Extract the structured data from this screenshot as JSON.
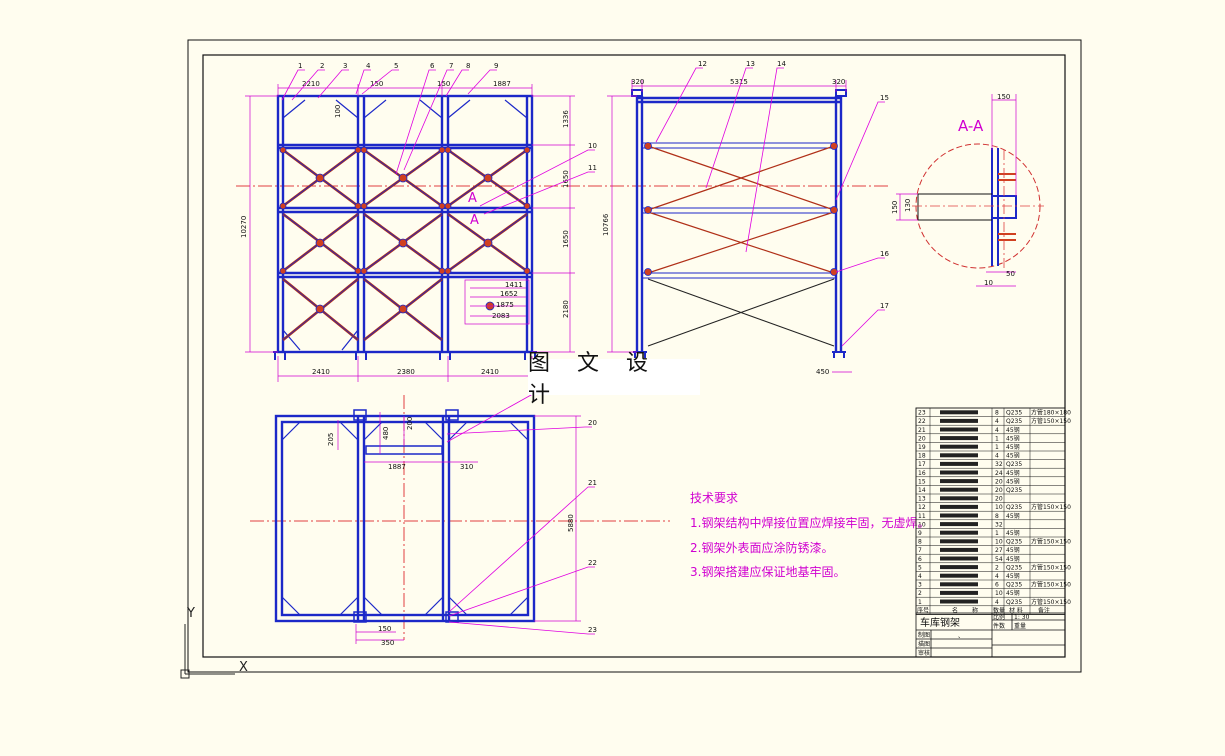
{
  "watermark": "图 文 设 计",
  "balloons": [
    "1",
    "2",
    "3",
    "4",
    "5",
    "6",
    "7",
    "8",
    "9",
    "10",
    "11",
    "12",
    "13",
    "14",
    "15",
    "16",
    "17",
    "20",
    "21",
    "22",
    "23"
  ],
  "front_view": {
    "dims_top": [
      "2210",
      "150",
      "150",
      "1887"
    ],
    "dims_left": [
      "10270",
      "100"
    ],
    "dims_right": [
      "1336",
      "1650",
      "1650",
      "2180"
    ],
    "dims_bottom": [
      "2410",
      "2380",
      "2410"
    ],
    "detail_dims": [
      "1411",
      "1652",
      "1875",
      "2083"
    ],
    "section_mark": "A"
  },
  "side_view": {
    "dims_top": [
      "320",
      "5315",
      "320"
    ],
    "dim_left": "10766",
    "dim_bottom": "450"
  },
  "section_view": {
    "title": "A-A",
    "dims": [
      "150",
      "150",
      "130",
      "50",
      "10"
    ]
  },
  "plan_view": {
    "dims": [
      "205",
      "1887",
      "310",
      "480",
      "200",
      "5880",
      "150",
      "350"
    ]
  },
  "tech_notes": {
    "title": "技术要求",
    "items": [
      "1.钢架结构中焊接位置应焊接牢固，无虚焊。",
      "2.钢架外表面应涂防锈漆。",
      "3.钢架搭建应保证地基牢固。"
    ]
  },
  "bom": {
    "rows": [
      {
        "no": "23",
        "name": "",
        "qty": "8",
        "mat": "Q235",
        "note": "方管180×180"
      },
      {
        "no": "22",
        "name": "",
        "qty": "4",
        "mat": "Q235",
        "note": "方管150×150"
      },
      {
        "no": "21",
        "name": "",
        "qty": "4",
        "mat": "45钢",
        "note": ""
      },
      {
        "no": "20",
        "name": "",
        "qty": "1",
        "mat": "45钢",
        "note": ""
      },
      {
        "no": "19",
        "name": "",
        "qty": "1",
        "mat": "45钢",
        "note": ""
      },
      {
        "no": "18",
        "name": "",
        "qty": "4",
        "mat": "45钢",
        "note": ""
      },
      {
        "no": "17",
        "name": "",
        "qty": "32",
        "mat": "Q235",
        "note": ""
      },
      {
        "no": "16",
        "name": "",
        "qty": "24",
        "mat": "45钢",
        "note": ""
      },
      {
        "no": "15",
        "name": "",
        "qty": "20",
        "mat": "45钢",
        "note": ""
      },
      {
        "no": "14",
        "name": "",
        "qty": "20",
        "mat": "Q235",
        "note": ""
      },
      {
        "no": "13",
        "name": "",
        "qty": "20",
        "mat": "",
        "note": ""
      },
      {
        "no": "12",
        "name": "",
        "qty": "10",
        "mat": "Q235",
        "note": "方管150×150"
      },
      {
        "no": "11",
        "name": "",
        "qty": "8",
        "mat": "45钢",
        "note": ""
      },
      {
        "no": "10",
        "name": "",
        "qty": "32",
        "mat": "",
        "note": ""
      },
      {
        "no": "9",
        "name": "",
        "qty": "1",
        "mat": "45钢",
        "note": ""
      },
      {
        "no": "8",
        "name": "",
        "qty": "10",
        "mat": "Q235",
        "note": "方管150×150"
      },
      {
        "no": "7",
        "name": "",
        "qty": "27",
        "mat": "45钢",
        "note": ""
      },
      {
        "no": "6",
        "name": "",
        "qty": "54",
        "mat": "45钢",
        "note": ""
      },
      {
        "no": "5",
        "name": "",
        "qty": "2",
        "mat": "Q235",
        "note": "方管150×150"
      },
      {
        "no": "4",
        "name": "",
        "qty": "4",
        "mat": "45钢",
        "note": ""
      },
      {
        "no": "3",
        "name": "",
        "qty": "6",
        "mat": "Q235",
        "note": "方管150×150"
      },
      {
        "no": "2",
        "name": "",
        "qty": "10",
        "mat": "45钢",
        "note": ""
      },
      {
        "no": "1",
        "name": "",
        "qty": "4",
        "mat": "Q235",
        "note": "方管150×150"
      }
    ],
    "header": {
      "no": "序号",
      "name": "名",
      "code": "称",
      "qty": "数量",
      "mat": "材 料",
      "note": "备注"
    }
  },
  "title_block": {
    "title": "车库钢架",
    "scale_label": "比例",
    "scale": "1: 30",
    "qty_label": "件数",
    "weight_label": "重量",
    "rows": [
      "制图",
      "描图",
      "审核"
    ],
    "slash": "、"
  },
  "ucs": {
    "x": "X",
    "y": "Y"
  },
  "colors": {
    "background": "#fffdef",
    "frame_blue": "#1c28c8",
    "brace_red": "#b03018",
    "leader_magenta": "#e000e0",
    "centerline_red": "#e04040"
  }
}
